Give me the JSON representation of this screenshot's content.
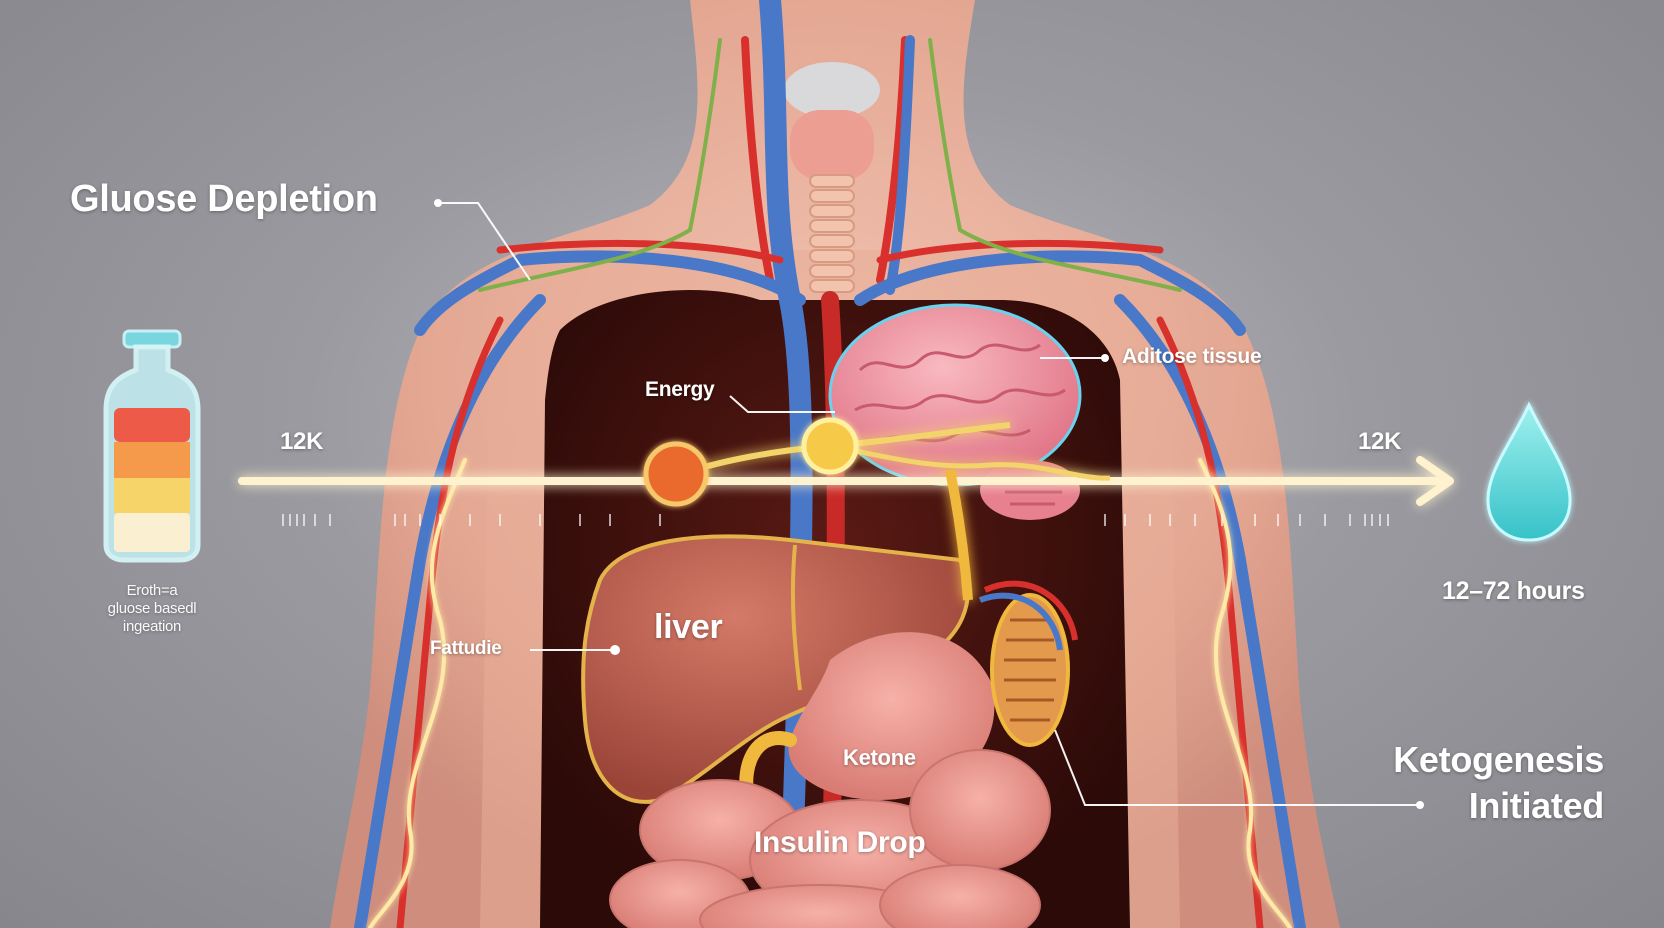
{
  "title": "Gluose Depletion",
  "labels": {
    "adipose": "Aditose tissue",
    "energy": "Energy",
    "left_value": "12K",
    "right_value": "12K",
    "duration": "12–72 hours",
    "liver": "liver",
    "fatty": "Fattudie",
    "ketone": "Ketone",
    "insulin": "Insulin Drop",
    "ketogenesis_line1": "Ketogenesis",
    "ketogenesis_line2": "Initiated",
    "bottle_caption": [
      "Eroth=a",
      "gluose basedl",
      "ingeation"
    ]
  },
  "icons": {
    "left": "glucose-bottle-icon",
    "right": "water-drop-icon"
  },
  "colors": {
    "background": "#9a9aa0",
    "skin": "#e9b4a2",
    "body_cavity": "#4a1410",
    "vein": "#4a78c8",
    "artery": "#d8302c",
    "nerve": "#7fb04a",
    "energy_line": "#fff3cf",
    "liver": "#b85a4c",
    "brain": "#f19aa6",
    "intestine": "#eb9a92",
    "bottle_red": "#ee5a48",
    "bottle_orange": "#f49a4a",
    "bottle_yellow": "#f7d46a",
    "bottle_cream": "#fbefd2",
    "drop": "#5fd6d8"
  }
}
